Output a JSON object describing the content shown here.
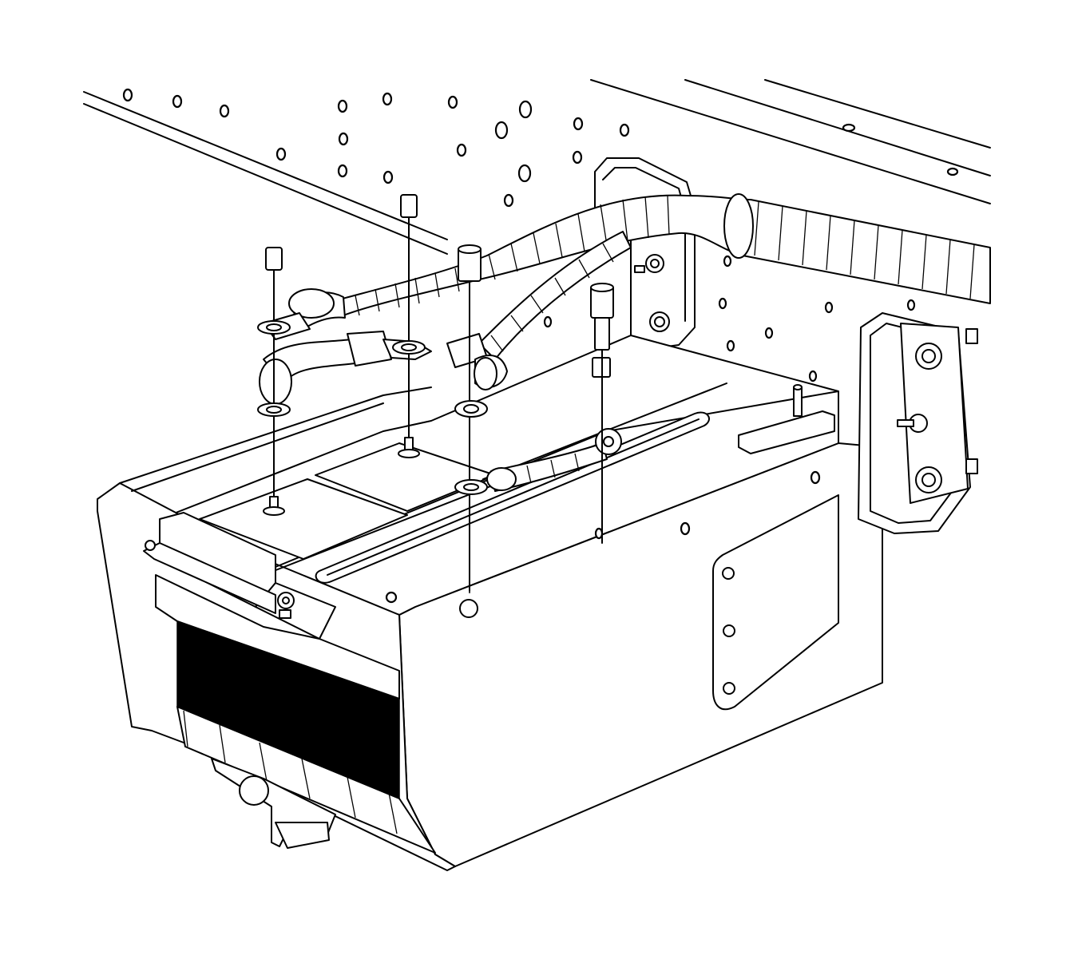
{
  "illustration": {
    "subject": "battery-tray-assembly",
    "fasteners": [
      "bolt-1",
      "bolt-2",
      "nut-1",
      "nut-2"
    ],
    "cables": [
      "cable-harness-main",
      "cable-left-terminal",
      "cable-right-terminal"
    ],
    "stroke_color": "#000000",
    "background_color": "#ffffff"
  }
}
